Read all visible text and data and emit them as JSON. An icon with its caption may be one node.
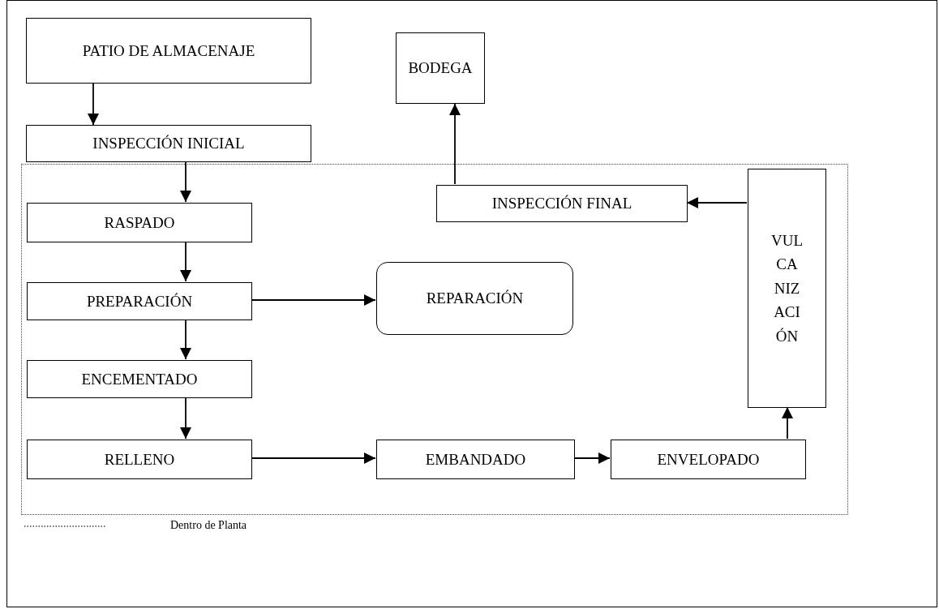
{
  "diagram": {
    "nodes": [
      {
        "text": [
          "PATIO DE ALMACENAJE"
        ]
      },
      {
        "text": [
          "BODEGA"
        ]
      },
      {
        "text": [
          "INSPECCIÓN INICIAL"
        ]
      },
      {
        "text": [],
        "shape": "box"
      },
      {
        "text": [
          "INSPECCIÓN FINAL"
        ],
        "in": 3
      },
      {
        "text": [
          "VUL CA NIZ ACI ÓN"
        ],
        "in": 3
      },
      {
        "text": [
          "RASPADO"
        ],
        "in": 3
      },
      {
        "text": [
          "PREPARACIÓN"
        ],
        "in": 3
      },
      {
        "text": [
          "REPARACIÓN"
        ],
        "in": 3
      },
      {
        "text": [
          "ENCEMENTADO"
        ],
        "in": 3
      },
      {
        "text": [
          "RELLENO"
        ],
        "in": 3
      },
      {
        "text": [
          "EMBANDADO"
        ],
        "in": 3
      },
      {
        "text": [
          "ENVELOPADO"
        ],
        "in": 3
      }
    ],
    "edges": [
      {
        "from": 0,
        "to": 2,
        "arrow": "to"
      },
      {
        "from": 2,
        "to": 6,
        "arrow": "to"
      },
      {
        "from": 6,
        "to": 7,
        "arrow": "to"
      },
      {
        "from": 7,
        "to": 8,
        "arrow": "to"
      },
      {
        "from": 7,
        "to": 9,
        "arrow": "to"
      },
      {
        "from": 9,
        "to": 10,
        "arrow": "to"
      },
      {
        "from": 10,
        "to": 11,
        "arrow": "to"
      },
      {
        "from": 11,
        "to": 12,
        "arrow": "to"
      },
      {
        "from": 12,
        "to": 5,
        "arrow": "to"
      },
      {
        "from": 5,
        "to": 4,
        "arrow": "to"
      },
      {
        "from": 4,
        "to": 1,
        "arrow": "to"
      }
    ],
    "legend": [
      {
        "text": "Dentro de Planta"
      }
    ]
  }
}
